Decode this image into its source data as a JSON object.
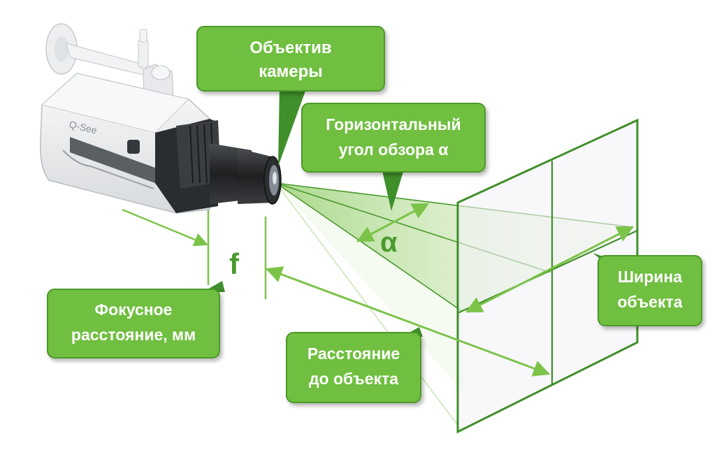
{
  "camera": {
    "brand": "Q-See"
  },
  "labels": {
    "lens": [
      "Объектив",
      "камеры"
    ],
    "angle": [
      "Горизонтальный",
      "угол обзора α"
    ],
    "focal": [
      "Фокусное",
      "расстояние, мм"
    ],
    "distance": [
      "Расстояние",
      "до объекта"
    ],
    "width": [
      "Ширина",
      "объекта"
    ]
  },
  "symbols": {
    "focal_symbol": "f",
    "angle_symbol": "α"
  },
  "colors": {
    "callout_fill": "#6fbf3f",
    "callout_border": "#4e9a2c",
    "line_green": "#7cc34a",
    "frame_green": "#3f8f2a",
    "text_white": "#ffffff"
  }
}
